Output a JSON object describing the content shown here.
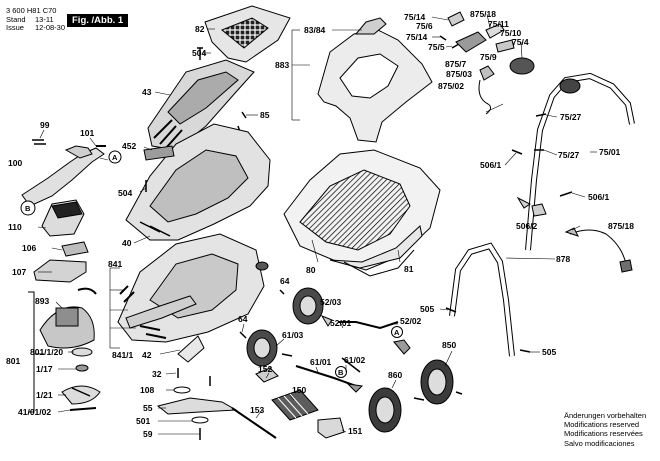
{
  "header": {
    "doc_number": "3 600 H81 C70",
    "stand_label": "Stand",
    "issue_label": "Issue",
    "stand_value": "13-11",
    "issue_value": "12-08-30",
    "fig_label": "Fig. /Abb. 1"
  },
  "footer": {
    "lines": [
      "Änderungen vorbehalten",
      "Modifications reserved",
      "Modifications reservées",
      "Salvo modificaciones"
    ]
  },
  "callouts": {
    "c82": "82",
    "c504a": "504",
    "c43": "43",
    "c85": "85",
    "c883": "883",
    "c83_84": "83/84",
    "c99": "99",
    "c101": "101",
    "c100": "100",
    "cA1": "A",
    "c452": "452",
    "c504b": "504",
    "cB": "B",
    "c110": "110",
    "c40": "40",
    "c106": "106",
    "c107": "107",
    "c80": "80",
    "c81": "81",
    "c75_14a": "75/14",
    "c75_6": "75/6",
    "c75_14b": "75/14",
    "c75_5": "75/5",
    "c875_18a": "875/18",
    "c75_11": "75/11",
    "c75_10": "75/10",
    "c75_4": "75/4",
    "c75_9": "75/9",
    "c875_7": "875/7",
    "c875_3": "875/03",
    "c875_2": "875/02",
    "c75_27a": "75/27",
    "c75_27b": "75/27",
    "c75_01": "75/01",
    "c506_1a": "506/1",
    "c506_1b": "506/1",
    "c506_2": "506/2",
    "c875_18b": "875/18",
    "c878": "878",
    "c841": "841",
    "c64a": "64",
    "c52_03": "52/03",
    "c893": "893",
    "c801": "801",
    "c801_20": "801/1/20",
    "c1_17": "1/17",
    "c1_21": "1/21",
    "c41_01_02": "41/01/02",
    "c841_1": "841/1",
    "c42": "42",
    "c64b": "64",
    "c61_03": "61/03",
    "c52_01": "52/01",
    "c52_02": "52/02",
    "cA2": "A",
    "c505a": "505",
    "c850": "850",
    "c505b": "505",
    "c32": "32",
    "c108": "108",
    "c55": "55",
    "c501": "501",
    "c59": "59",
    "c152": "152",
    "c61_01": "61/01",
    "c61_02": "61/02",
    "cB2": "B",
    "c150": "150",
    "c860": "860",
    "c153": "153",
    "c151": "151"
  }
}
